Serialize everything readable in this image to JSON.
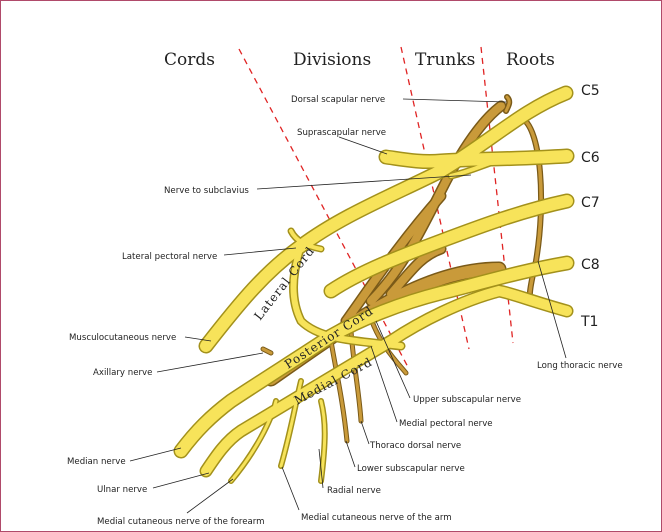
{
  "headers": {
    "cords": "Cords",
    "divisions": "Divisions",
    "trunks": "Trunks",
    "roots": "Roots"
  },
  "roots": [
    "C5",
    "C6",
    "C7",
    "C8",
    "T1"
  ],
  "cords": {
    "lateral": "Lateral Cord",
    "posterior": "Posterior Cord",
    "medial": "Medial Cord"
  },
  "labels": {
    "dorsal_scapular": "Dorsal scapular nerve",
    "suprascapular": "Suprascapular nerve",
    "nerve_to_subclavius": "Nerve to subclavius",
    "lateral_pectoral": "Lateral pectoral nerve",
    "musculocutaneous": "Musculocutaneous nerve",
    "axillary": "Axillary nerve",
    "median": "Median nerve",
    "ulnar": "Ulnar nerve",
    "medial_cut_forearm": "Medial cutaneous nerve of the forearm",
    "medial_cut_arm": "Medial cutaneous nerve of the arm",
    "radial": "Radial nerve",
    "lower_subscapular": "Lower subscapular nerve",
    "thoraco_dorsal": "Thoraco dorsal nerve",
    "medial_pectoral": "Medial pectoral nerve",
    "upper_subscapular": "Upper subscapular nerve",
    "long_thoracic": "Long thoracic nerve"
  },
  "colors": {
    "nerve_yellow": "#f7e35a",
    "posterior_brown": "#c99a3a",
    "divider_red": "#e02424"
  }
}
